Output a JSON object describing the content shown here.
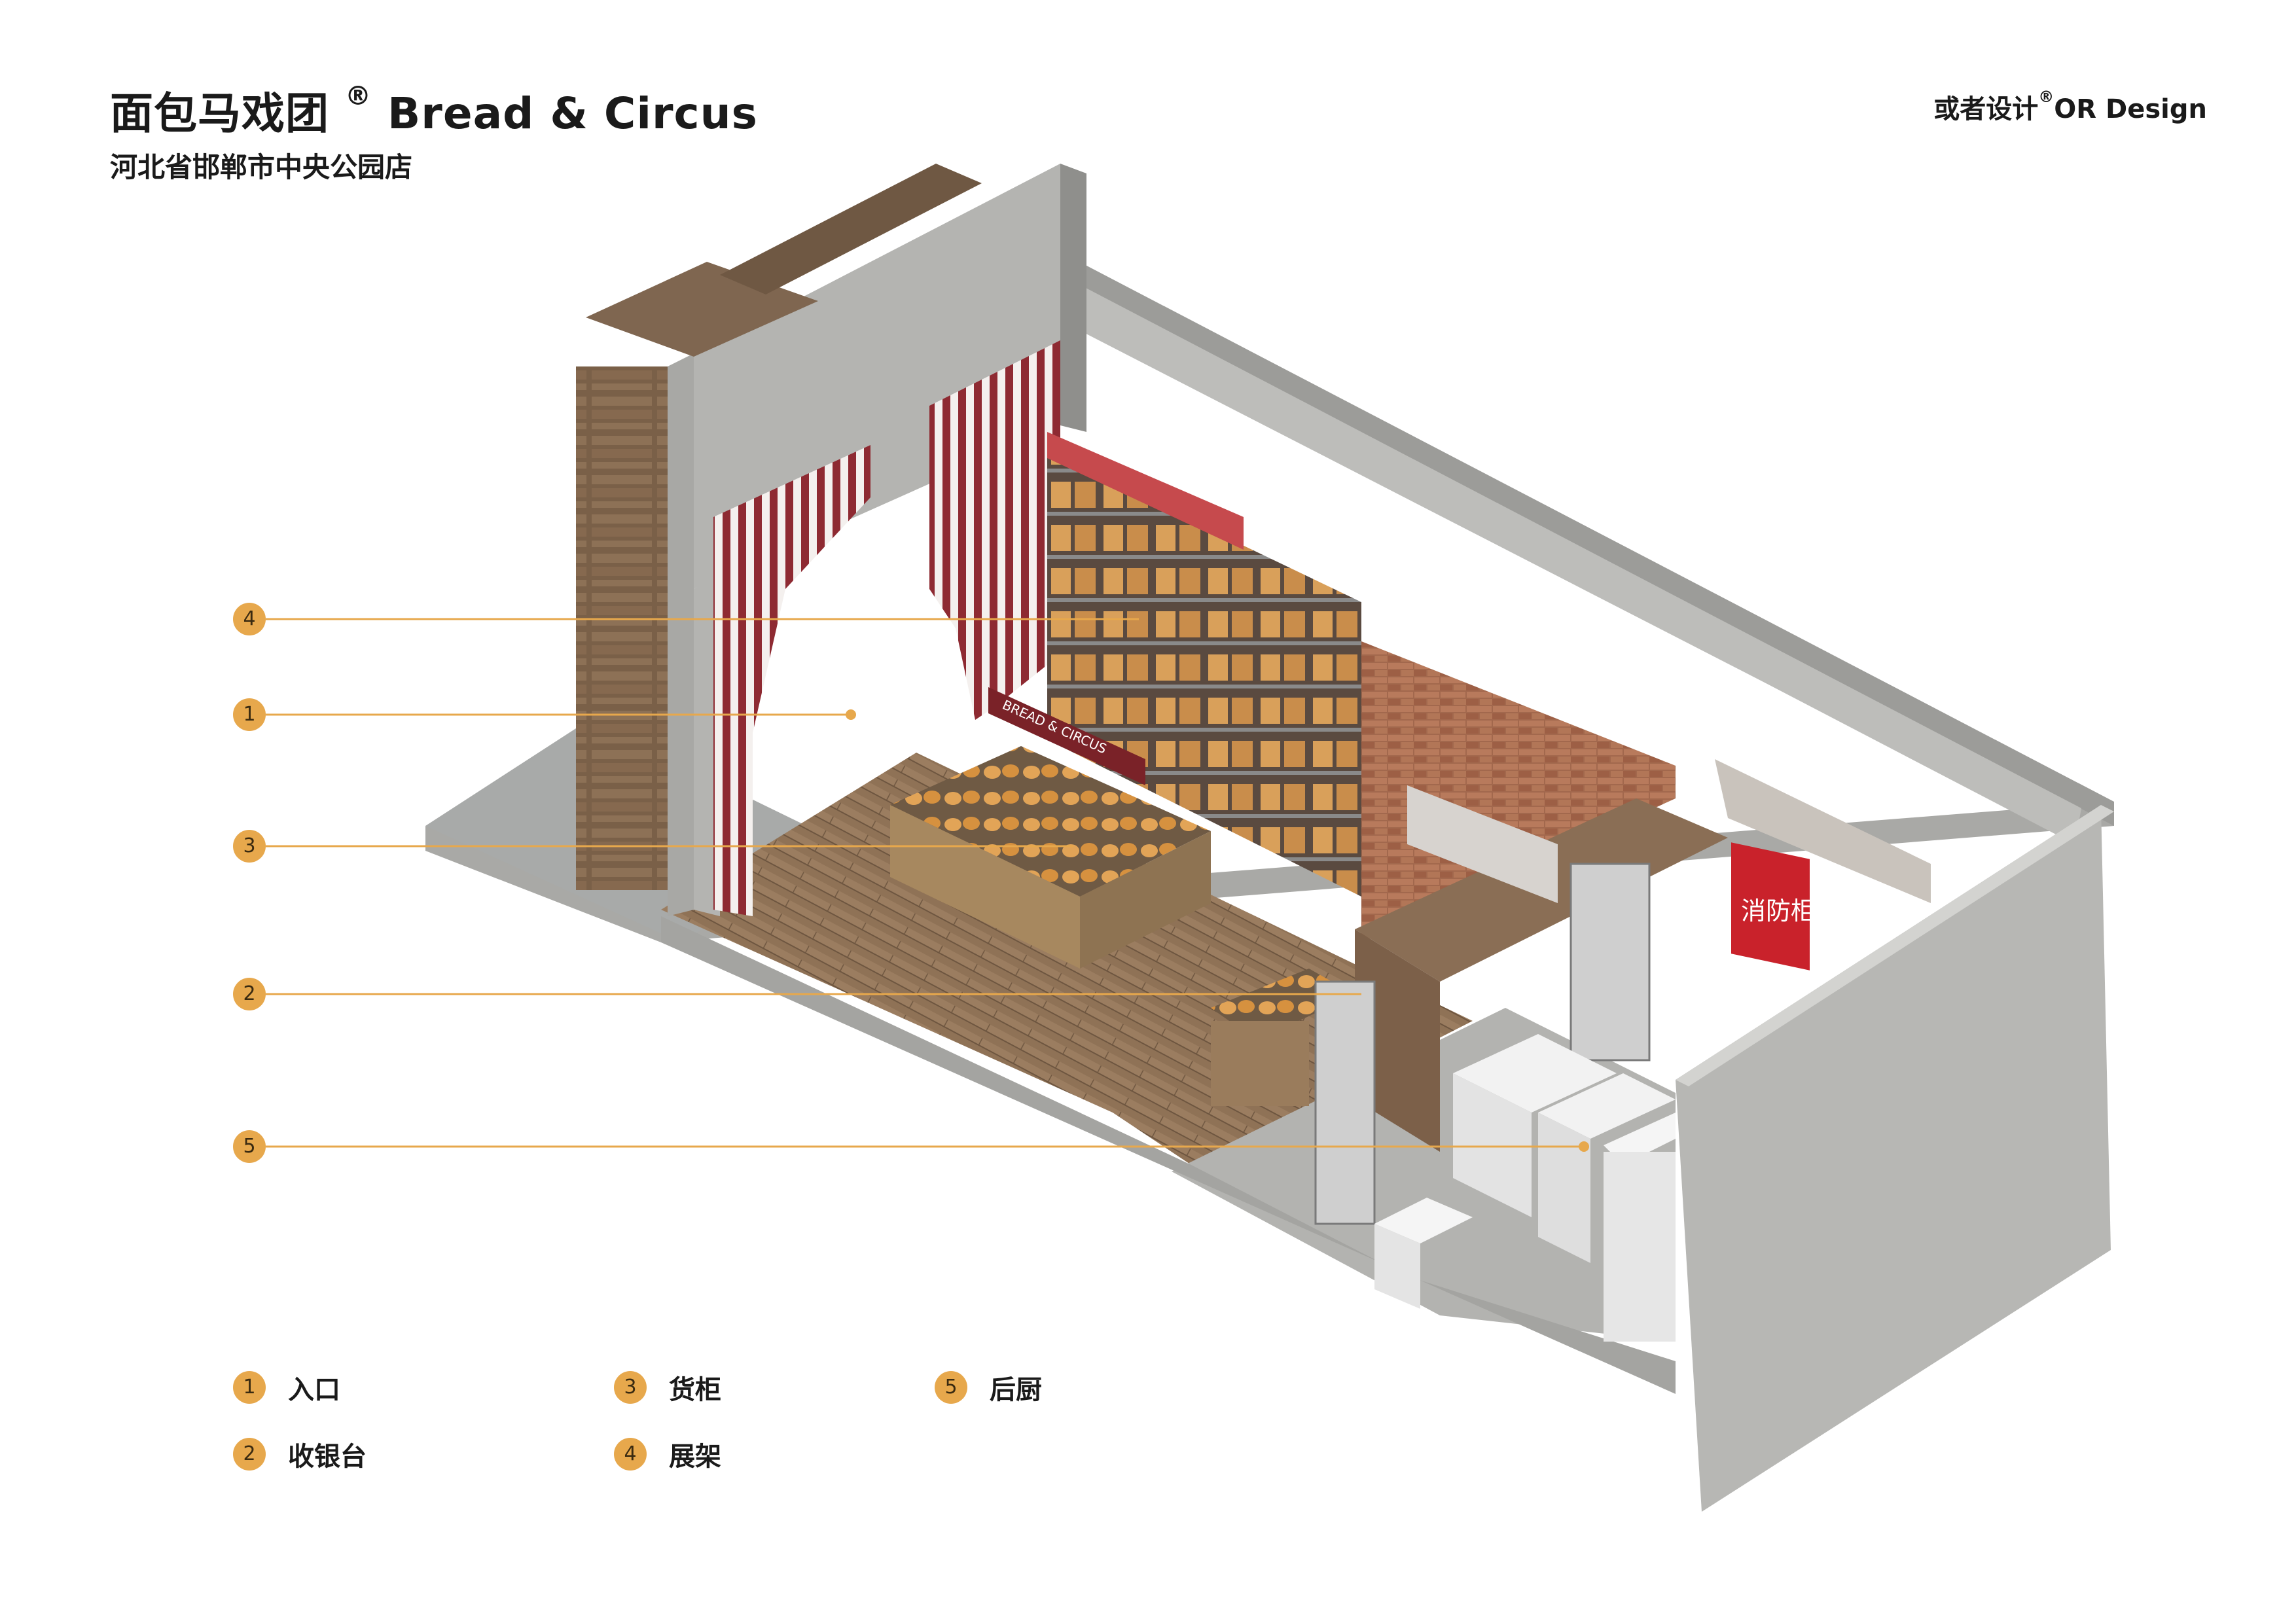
{
  "header": {
    "title": "面包马戏团",
    "title_mark": "®",
    "title_en": "Bread & Circus",
    "subtitle": "河北省邯郸市中央公园店",
    "brand": "或者设计",
    "brand_mark": "®",
    "brand_en": "OR Design"
  },
  "diagram": {
    "sign_text": "消防柜",
    "banner_text": "BREAD & CIRCUS"
  },
  "callouts": [
    {
      "num": "4"
    },
    {
      "num": "1"
    },
    {
      "num": "3"
    },
    {
      "num": "2"
    },
    {
      "num": "5"
    }
  ],
  "legend": [
    {
      "num": "1",
      "label": "入口"
    },
    {
      "num": "2",
      "label": "收银台"
    },
    {
      "num": "3",
      "label": "货柜"
    },
    {
      "num": "4",
      "label": "展架"
    },
    {
      "num": "5",
      "label": "后厨"
    }
  ],
  "colors": {
    "accent": "#e7a84c",
    "concrete": "#b9b9b6",
    "wood": "#8c7257",
    "stripe_red": "#8e2a32",
    "sign_red": "#c9222b"
  }
}
